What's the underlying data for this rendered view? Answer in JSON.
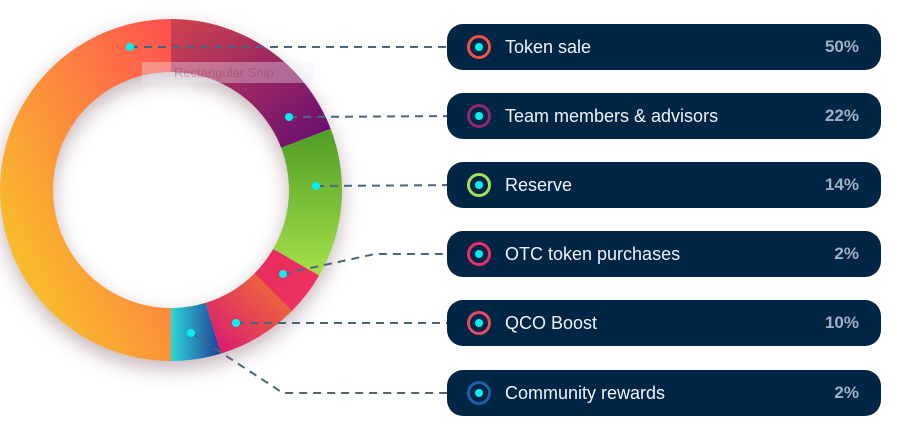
{
  "chart_data": {
    "type": "pie",
    "variant": "donut",
    "title": "",
    "slices": [
      {
        "label": "Token sale",
        "value": 50,
        "display": "50%",
        "color": "#f0524a",
        "gradient": [
          "#ff5050",
          "#f7d623"
        ]
      },
      {
        "label": "Team members & advisors",
        "value": 22,
        "display": "22%",
        "color": "#8b2a6e",
        "gradient": [
          "#d0434f",
          "#640c74"
        ]
      },
      {
        "label": "Reserve",
        "value": 14,
        "display": "14%",
        "color": "#a5e05a",
        "gradient": [
          "#4e9d25",
          "#a5e04a"
        ]
      },
      {
        "label": "OTC token purchases",
        "value": 2,
        "display": "2%",
        "color": "#e8306a",
        "gradient": [
          "#e8295e",
          "#f0345e"
        ]
      },
      {
        "label": "QCO Boost",
        "value": 10,
        "display": "10%",
        "color": "#e84a5f",
        "gradient": [
          "#f07a2a",
          "#d8127a"
        ]
      },
      {
        "label": "Community rewards",
        "value": 2,
        "display": "2%",
        "color": "#1a5fa8",
        "gradient": [
          "#2ad8d8",
          "#223c96"
        ]
      }
    ],
    "legend": "right",
    "marker_color": "#00f0f0",
    "leader_color": "#4a6580"
  },
  "overlay": {
    "snip_label": "Rectangular Snip"
  },
  "colors": {
    "pill_bg": "#012545"
  }
}
